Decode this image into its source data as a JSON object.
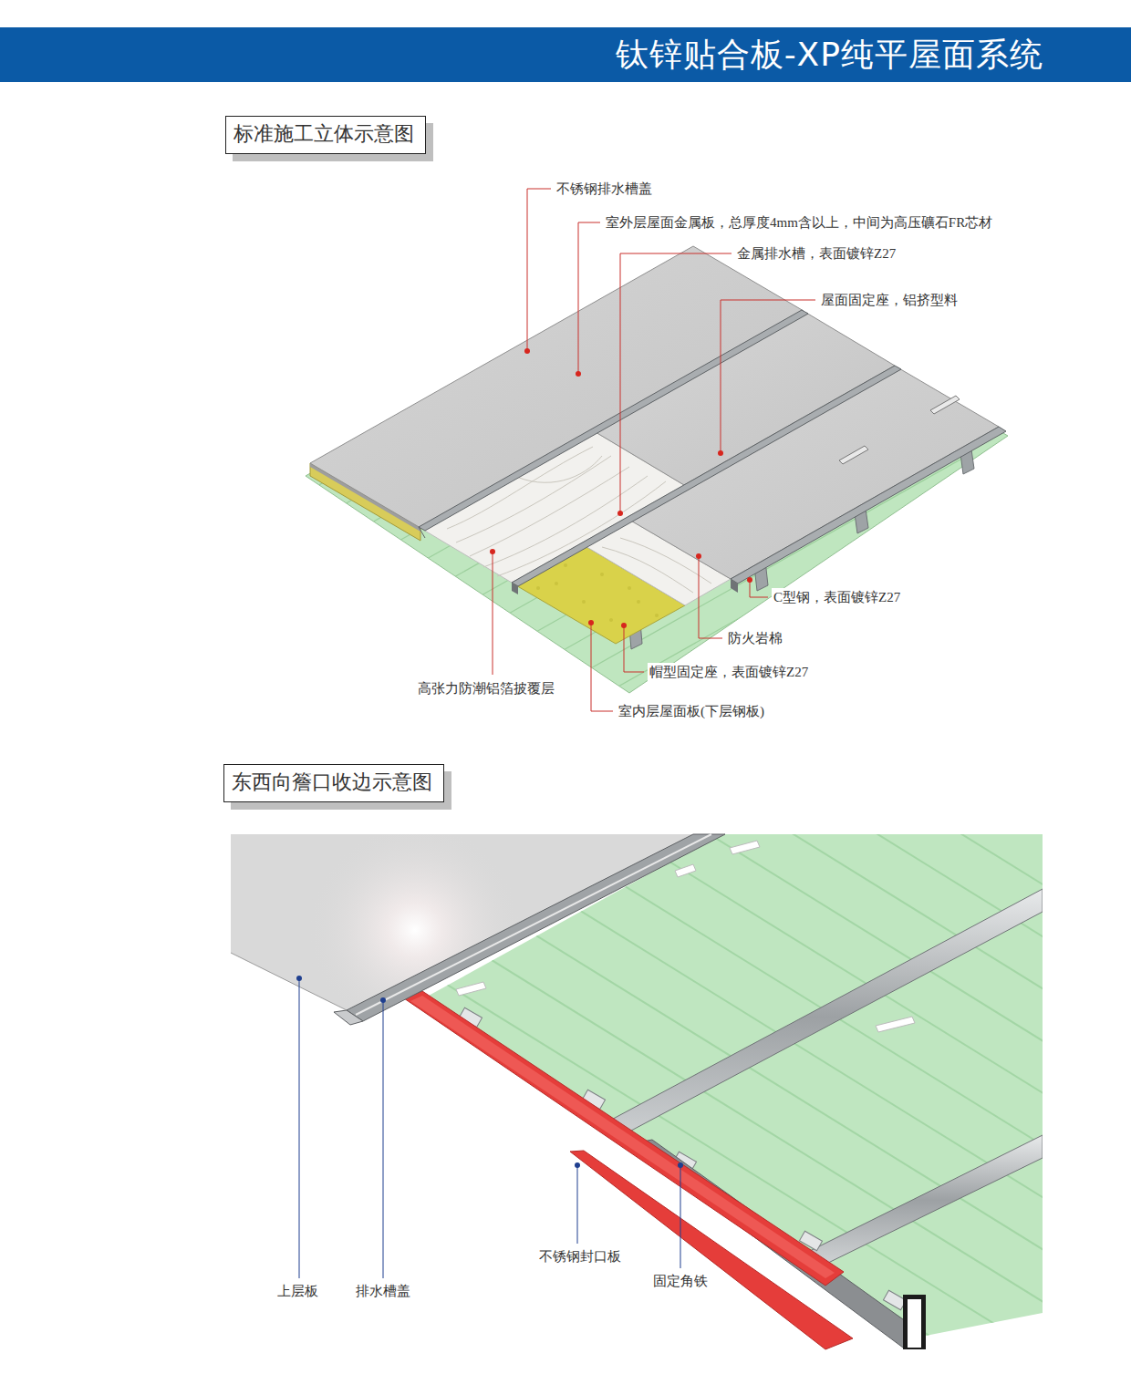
{
  "diagram": {
    "title": "钛锌贴合板-XP纯平屋面系统",
    "nodes": [
      {
        "text": [
          "标准施工立体示意图"
        ]
      },
      {
        "text": [
          "东西向簷口收边示意图"
        ]
      }
    ],
    "labels": [
      "不锈钢排水槽盖",
      "室外层屋面金属板，总厚度4mm含以上，中间为高压礦石FR芯材",
      "金属排水槽，表面镀锌Z27",
      "屋面固定座，铝挤型料",
      "C型钢，表面镀锌Z27",
      "防火岩棉",
      "帽型固定座，表面镀锌Z27",
      "高张力防潮铝箔披覆层",
      "室内层屋面板(下层钢板)",
      "上层板",
      "排水槽盖",
      "不锈钢封口板",
      "固定角铁"
    ]
  }
}
